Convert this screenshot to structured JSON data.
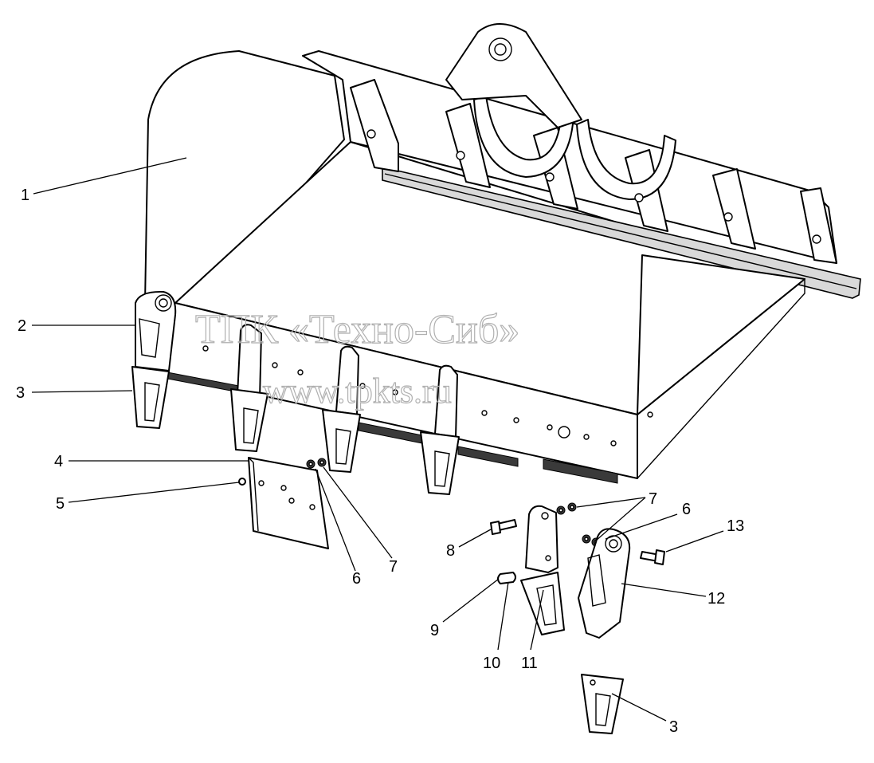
{
  "watermark": {
    "line1": "ТПК «Техно-Сиб»",
    "line2": "www.tpkts.ru"
  },
  "callouts": [
    {
      "id": "c1",
      "label": "1"
    },
    {
      "id": "c2",
      "label": "2"
    },
    {
      "id": "c3a",
      "label": "3"
    },
    {
      "id": "c4",
      "label": "4"
    },
    {
      "id": "c5",
      "label": "5"
    },
    {
      "id": "c6a",
      "label": "6"
    },
    {
      "id": "c7a",
      "label": "7"
    },
    {
      "id": "c7b",
      "label": "7"
    },
    {
      "id": "c6b",
      "label": "6"
    },
    {
      "id": "c13",
      "label": "13"
    },
    {
      "id": "c8",
      "label": "8"
    },
    {
      "id": "c12",
      "label": "12"
    },
    {
      "id": "c9",
      "label": "9"
    },
    {
      "id": "c10",
      "label": "10"
    },
    {
      "id": "c11",
      "label": "11"
    },
    {
      "id": "c3b",
      "label": "3"
    }
  ]
}
